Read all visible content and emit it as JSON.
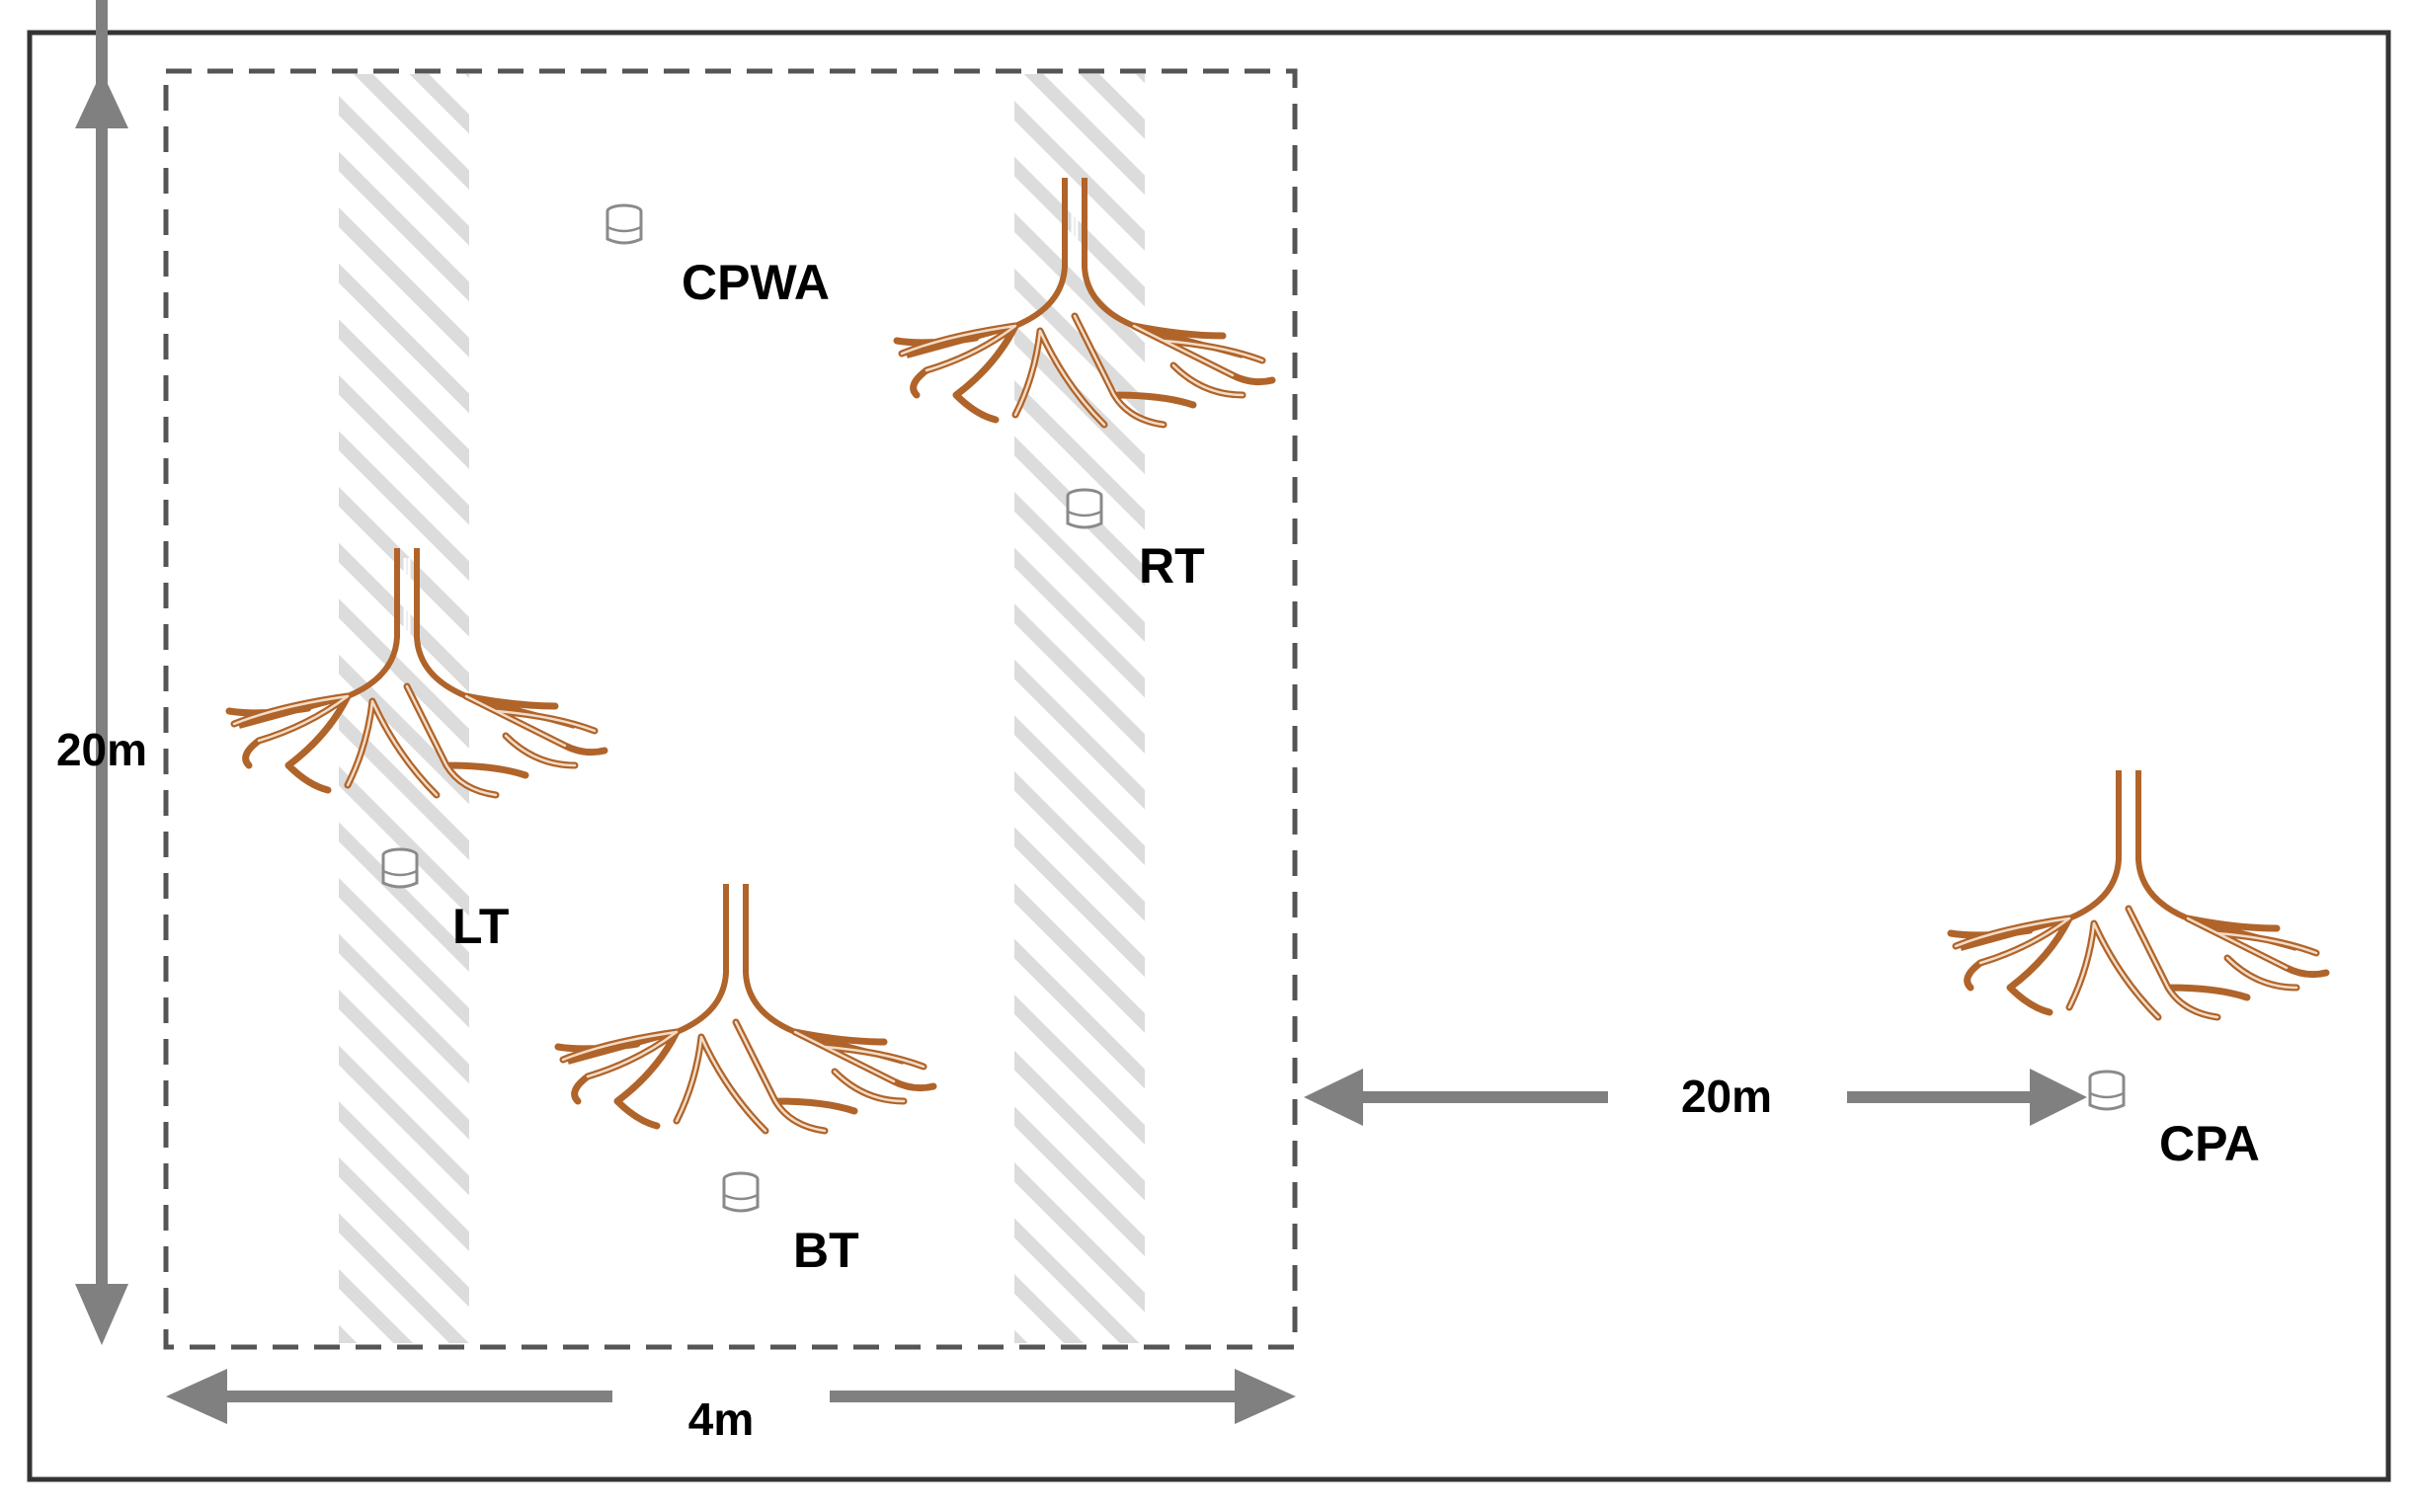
{
  "colors": {
    "frame": "#333333",
    "plot_border": "#555555",
    "arrow": "#808080",
    "stripe": "#dcdcdc",
    "tree": "#b0642a",
    "collector": "#8a8a8a"
  },
  "labels": {
    "cpwa": "CPWA",
    "rt": "RT",
    "lt": "LT",
    "bt": "BT",
    "cpa": "CPA"
  },
  "dimensions": {
    "plot_height": "20m",
    "plot_width": "4m",
    "distance_to_control": "20m"
  },
  "icons": {
    "tree": "tree-roots-icon",
    "collector": "sample-collector-icon"
  }
}
